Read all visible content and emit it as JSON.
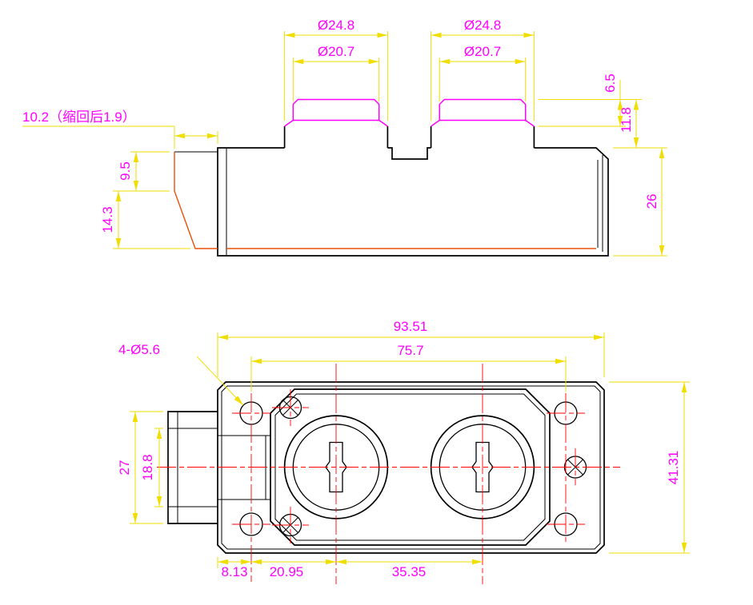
{
  "colors": {
    "outline": "#000000",
    "dimension_lines": "#EFDE00",
    "dimension_text": "#FF00FF",
    "center_lines": "#FF0000",
    "boss_highlight": "#FF00FF",
    "plunger_highlight": "#E8500A"
  },
  "side_view": {
    "boss1_outer_dia": "Ø24.8",
    "boss1_inner_dia": "Ø20.7",
    "boss2_outer_dia": "Ø24.8",
    "boss2_inner_dia": "Ø20.7",
    "plunger_travel": "10.2（缩回后1.9）",
    "plunger_upper_height": "9.5",
    "plunger_lower_height": "14.3",
    "cap_height": "6.5",
    "boss_height": "11.8",
    "body_height": "26"
  },
  "plan_view": {
    "overall_width": "93.51",
    "mount_hole_spacing": "75.7",
    "mount_hole_note": "4-Ø5.6",
    "plunger_outer_width": "27",
    "plunger_inner_width": "18.8",
    "overall_height": "41.31",
    "edge_to_hole": "8.13",
    "hole_to_socket": "20.95",
    "socket_spacing": "35.35"
  }
}
